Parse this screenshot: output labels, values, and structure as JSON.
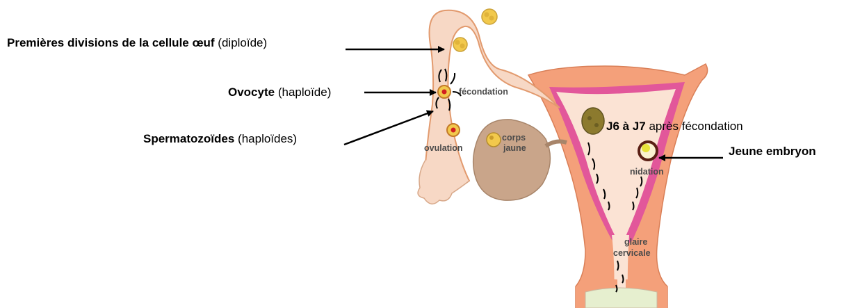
{
  "labels": {
    "premieres_bold": "Premières divisions de la cellule œuf",
    "premieres_rest": "(diploïde)",
    "ovocyte_bold": "Ovocyte",
    "ovocyte_rest": "(haploïde)",
    "spermato_bold": "Spermatozoïdes",
    "spermato_rest": "(haploïdes)",
    "j6_bold": "J6 à J7",
    "j6_rest": "après fécondation",
    "embryon_bold": "Jeune embryon"
  },
  "inner_labels": {
    "fecondation": "fécondation",
    "ovulation": "ovulation",
    "corps": "corps",
    "jaune": "jaune",
    "nidation": "nidation",
    "glaire": "glaire",
    "cervicale": "cervicale"
  },
  "colors": {
    "tube": "#f7d8c5",
    "tube_outline": "#e29a6e",
    "uterus_wall": "#f4a07a",
    "uterus_cavity": "#fbe3d4",
    "endometrium": "#e2579a",
    "ovary": "#c9a58a",
    "egg_yellow": "#f2c94c",
    "cervix_mucus": "#e6efcf"
  }
}
